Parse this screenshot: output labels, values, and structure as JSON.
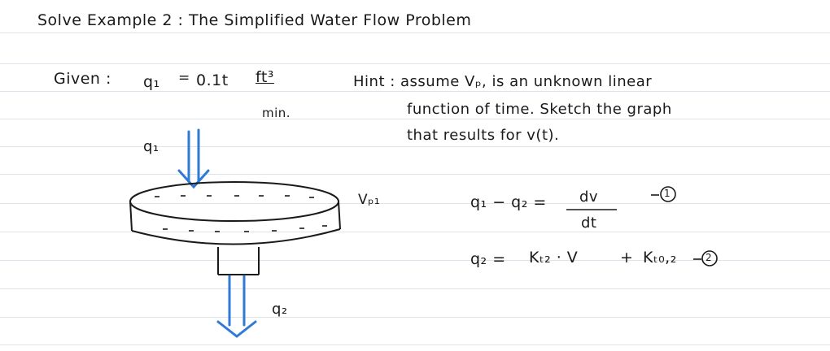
{
  "title": "Solve Example 2 : The Simplified Water Flow Problem",
  "given": {
    "label": "Given :",
    "symbol": "q₁",
    "equals": "=",
    "value": "0.1t",
    "unit_numerator": "ft³",
    "unit_denominator": "min."
  },
  "hint": {
    "lines": [
      "Hint : assume Vₚ, is an unknown linear",
      "function of time. Sketch the graph",
      "that results for v(t)."
    ]
  },
  "diagram": {
    "inflow_label": "q₁",
    "outflow_label": "q₂",
    "volume_label": "Vₚ₁"
  },
  "equations": {
    "eq1": {
      "lhs": "q₁ − q₂ =",
      "numerator": "dv",
      "denominator": "dt",
      "tag": "1"
    },
    "eq2": {
      "lhs": "q₂ =",
      "term1": "Kₜ₂ · V",
      "plus": "+",
      "term2": "Kₜ₀,₂",
      "tag": "2"
    }
  },
  "colors": {
    "ink": "#1a1a1a",
    "arrow": "#2f7ad6",
    "ruling": "#dde3ea"
  }
}
